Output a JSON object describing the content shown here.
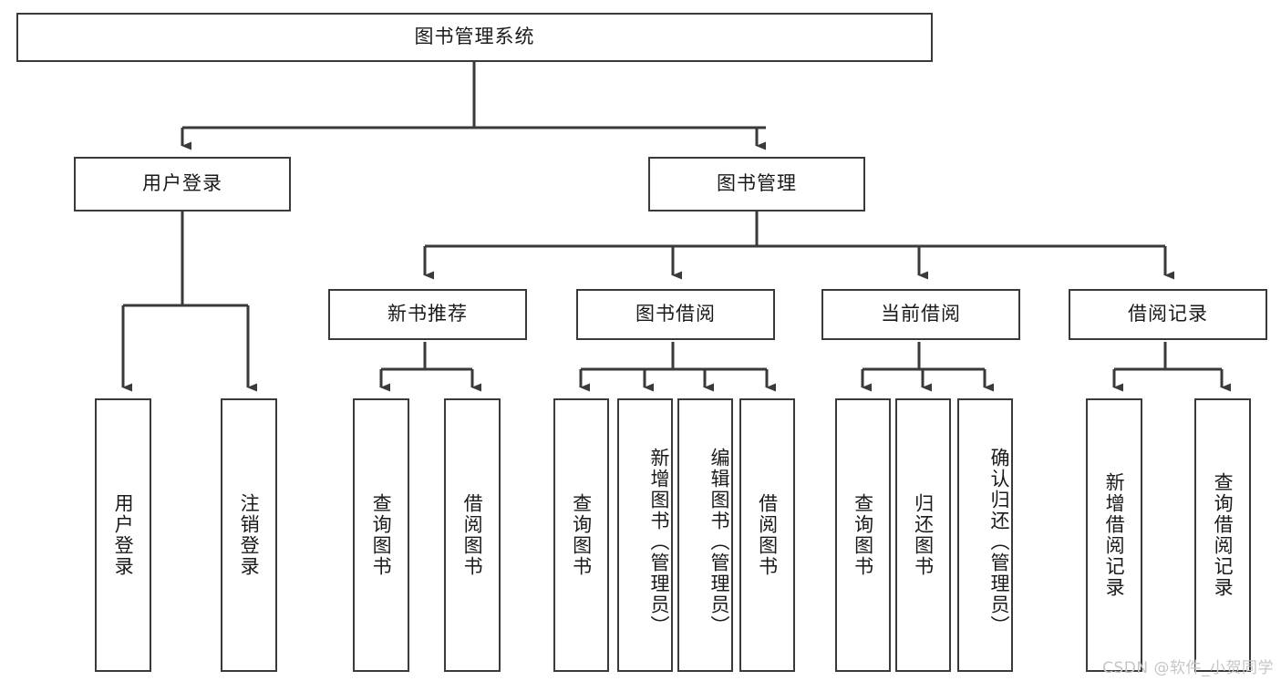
{
  "diagram": {
    "title": "图书管理系统",
    "watermark": "CSDN @软件_小贺同学",
    "line_color": "#3a3a3a",
    "box_border_color": "#3a3a3a",
    "text_color": "#1a1a1a",
    "background": "#ffffff",
    "root": {
      "label": "图书管理系统"
    },
    "level1": [
      {
        "label": "用户登录"
      },
      {
        "label": "图书管理"
      }
    ],
    "level2": [
      {
        "label": "新书推荐"
      },
      {
        "label": "图书借阅"
      },
      {
        "label": "当前借阅"
      },
      {
        "label": "借阅记录"
      }
    ],
    "leaves": {
      "user_login": [
        {
          "label": "用户登录"
        },
        {
          "label": "注销登录"
        }
      ],
      "new_book_recommend": [
        {
          "label": "查询图书"
        },
        {
          "label": "借阅图书"
        }
      ],
      "book_borrow": [
        {
          "label": "查询图书"
        },
        {
          "label": "新增图书（管理员）"
        },
        {
          "label": "编辑图书（管理员）"
        },
        {
          "label": "借阅图书"
        }
      ],
      "current_borrow": [
        {
          "label": "查询图书"
        },
        {
          "label": "归还图书"
        },
        {
          "label": "确认归还（管理员）"
        }
      ],
      "borrow_record": [
        {
          "label": "新增借阅记录"
        },
        {
          "label": "查询借阅记录"
        }
      ]
    }
  }
}
